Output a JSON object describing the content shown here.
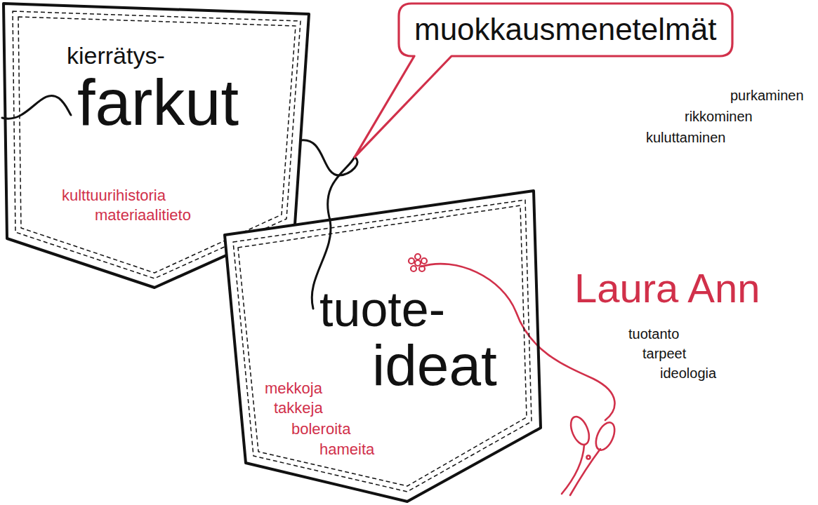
{
  "diagram": {
    "nodes": [
      {
        "text": [
          "kierrätys-",
          "farkut",
          "kulttuurihistoria",
          "materiaalitieto"
        ]
      },
      {
        "text": [
          "muokkausmenetelmät"
        ]
      },
      {
        "text": [
          "tuote-",
          "ideat",
          "mekkoja",
          "takkeja",
          "boleroita",
          "hameita"
        ]
      }
    ],
    "edges": [
      {
        "from": 0,
        "to": 1,
        "arrow": "none"
      },
      {
        "from": 1,
        "to": 2,
        "arrow": "none"
      }
    ],
    "labels": [
      "purkaminen",
      "rikkominen",
      "kuluttaminen",
      "Laura Ann",
      "tuotanto",
      "tarpeet",
      "ideologia"
    ]
  }
}
